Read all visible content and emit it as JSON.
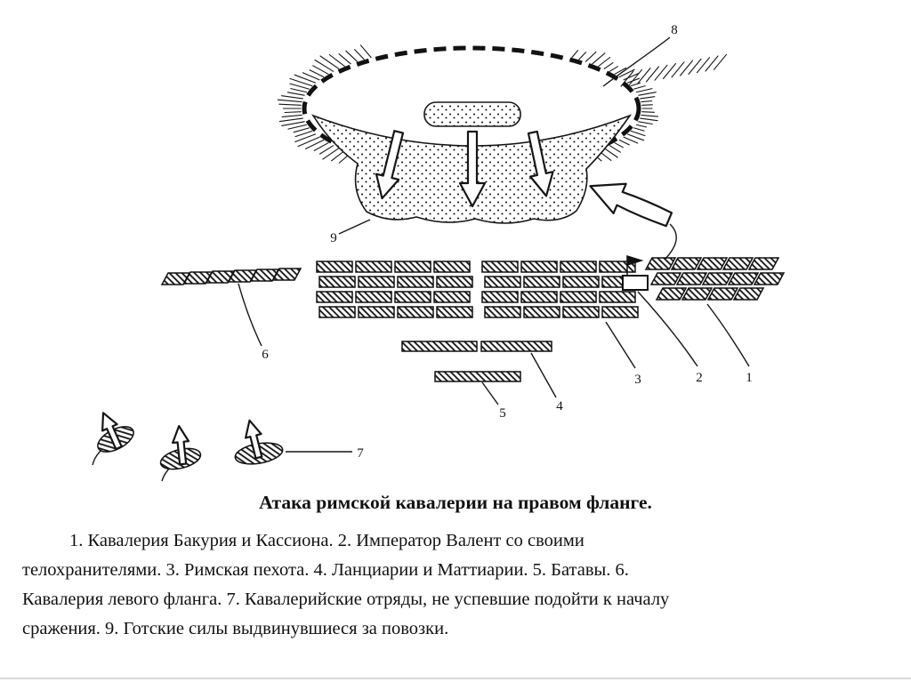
{
  "colors": {
    "ink": "#111111",
    "background": "#ffffff",
    "rule": "#d8d8d8"
  },
  "diagram": {
    "labels": [
      "1",
      "2",
      "3",
      "4",
      "5",
      "6",
      "7",
      "8",
      "9"
    ]
  },
  "caption": {
    "title": "Атака римской кавалерии на правом фланге.",
    "lines": [
      "1. Кавалерия Бакурия и Кассиона. 2. Император Валент со своими",
      "телохранителями. 3. Римская пехота. 4. Ланциарии и Маттиарии. 5. Батавы. 6.",
      "Кавалерия левого фланга. 7. Кавалерийские отряды, не успевшие подойти к началу",
      "сражения. 9. Готские силы выдвинувшиеся за повозки."
    ]
  }
}
